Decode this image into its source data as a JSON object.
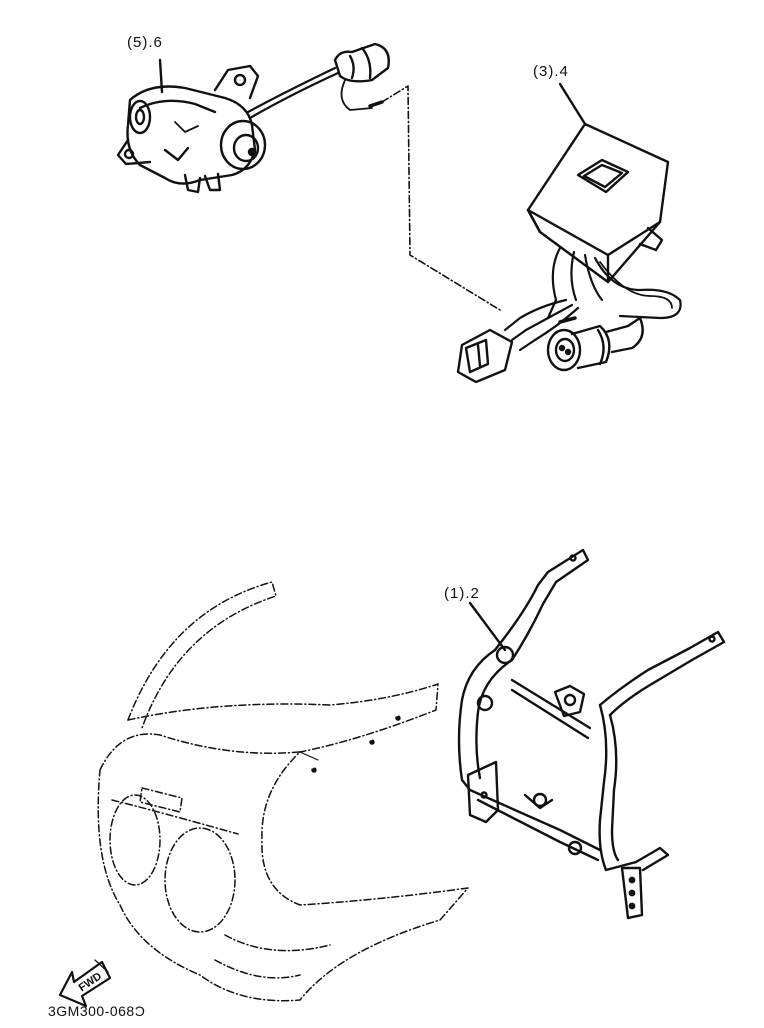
{
  "labels": {
    "solenoid": "(5).6",
    "control_unit": "(3).4",
    "bracket": "(1).2"
  },
  "footer": {
    "drawing_code": "3GM300-068Ɔ"
  },
  "fwd_marker": {
    "text": "FWD",
    "icon": "fwd-arrow-icon"
  }
}
